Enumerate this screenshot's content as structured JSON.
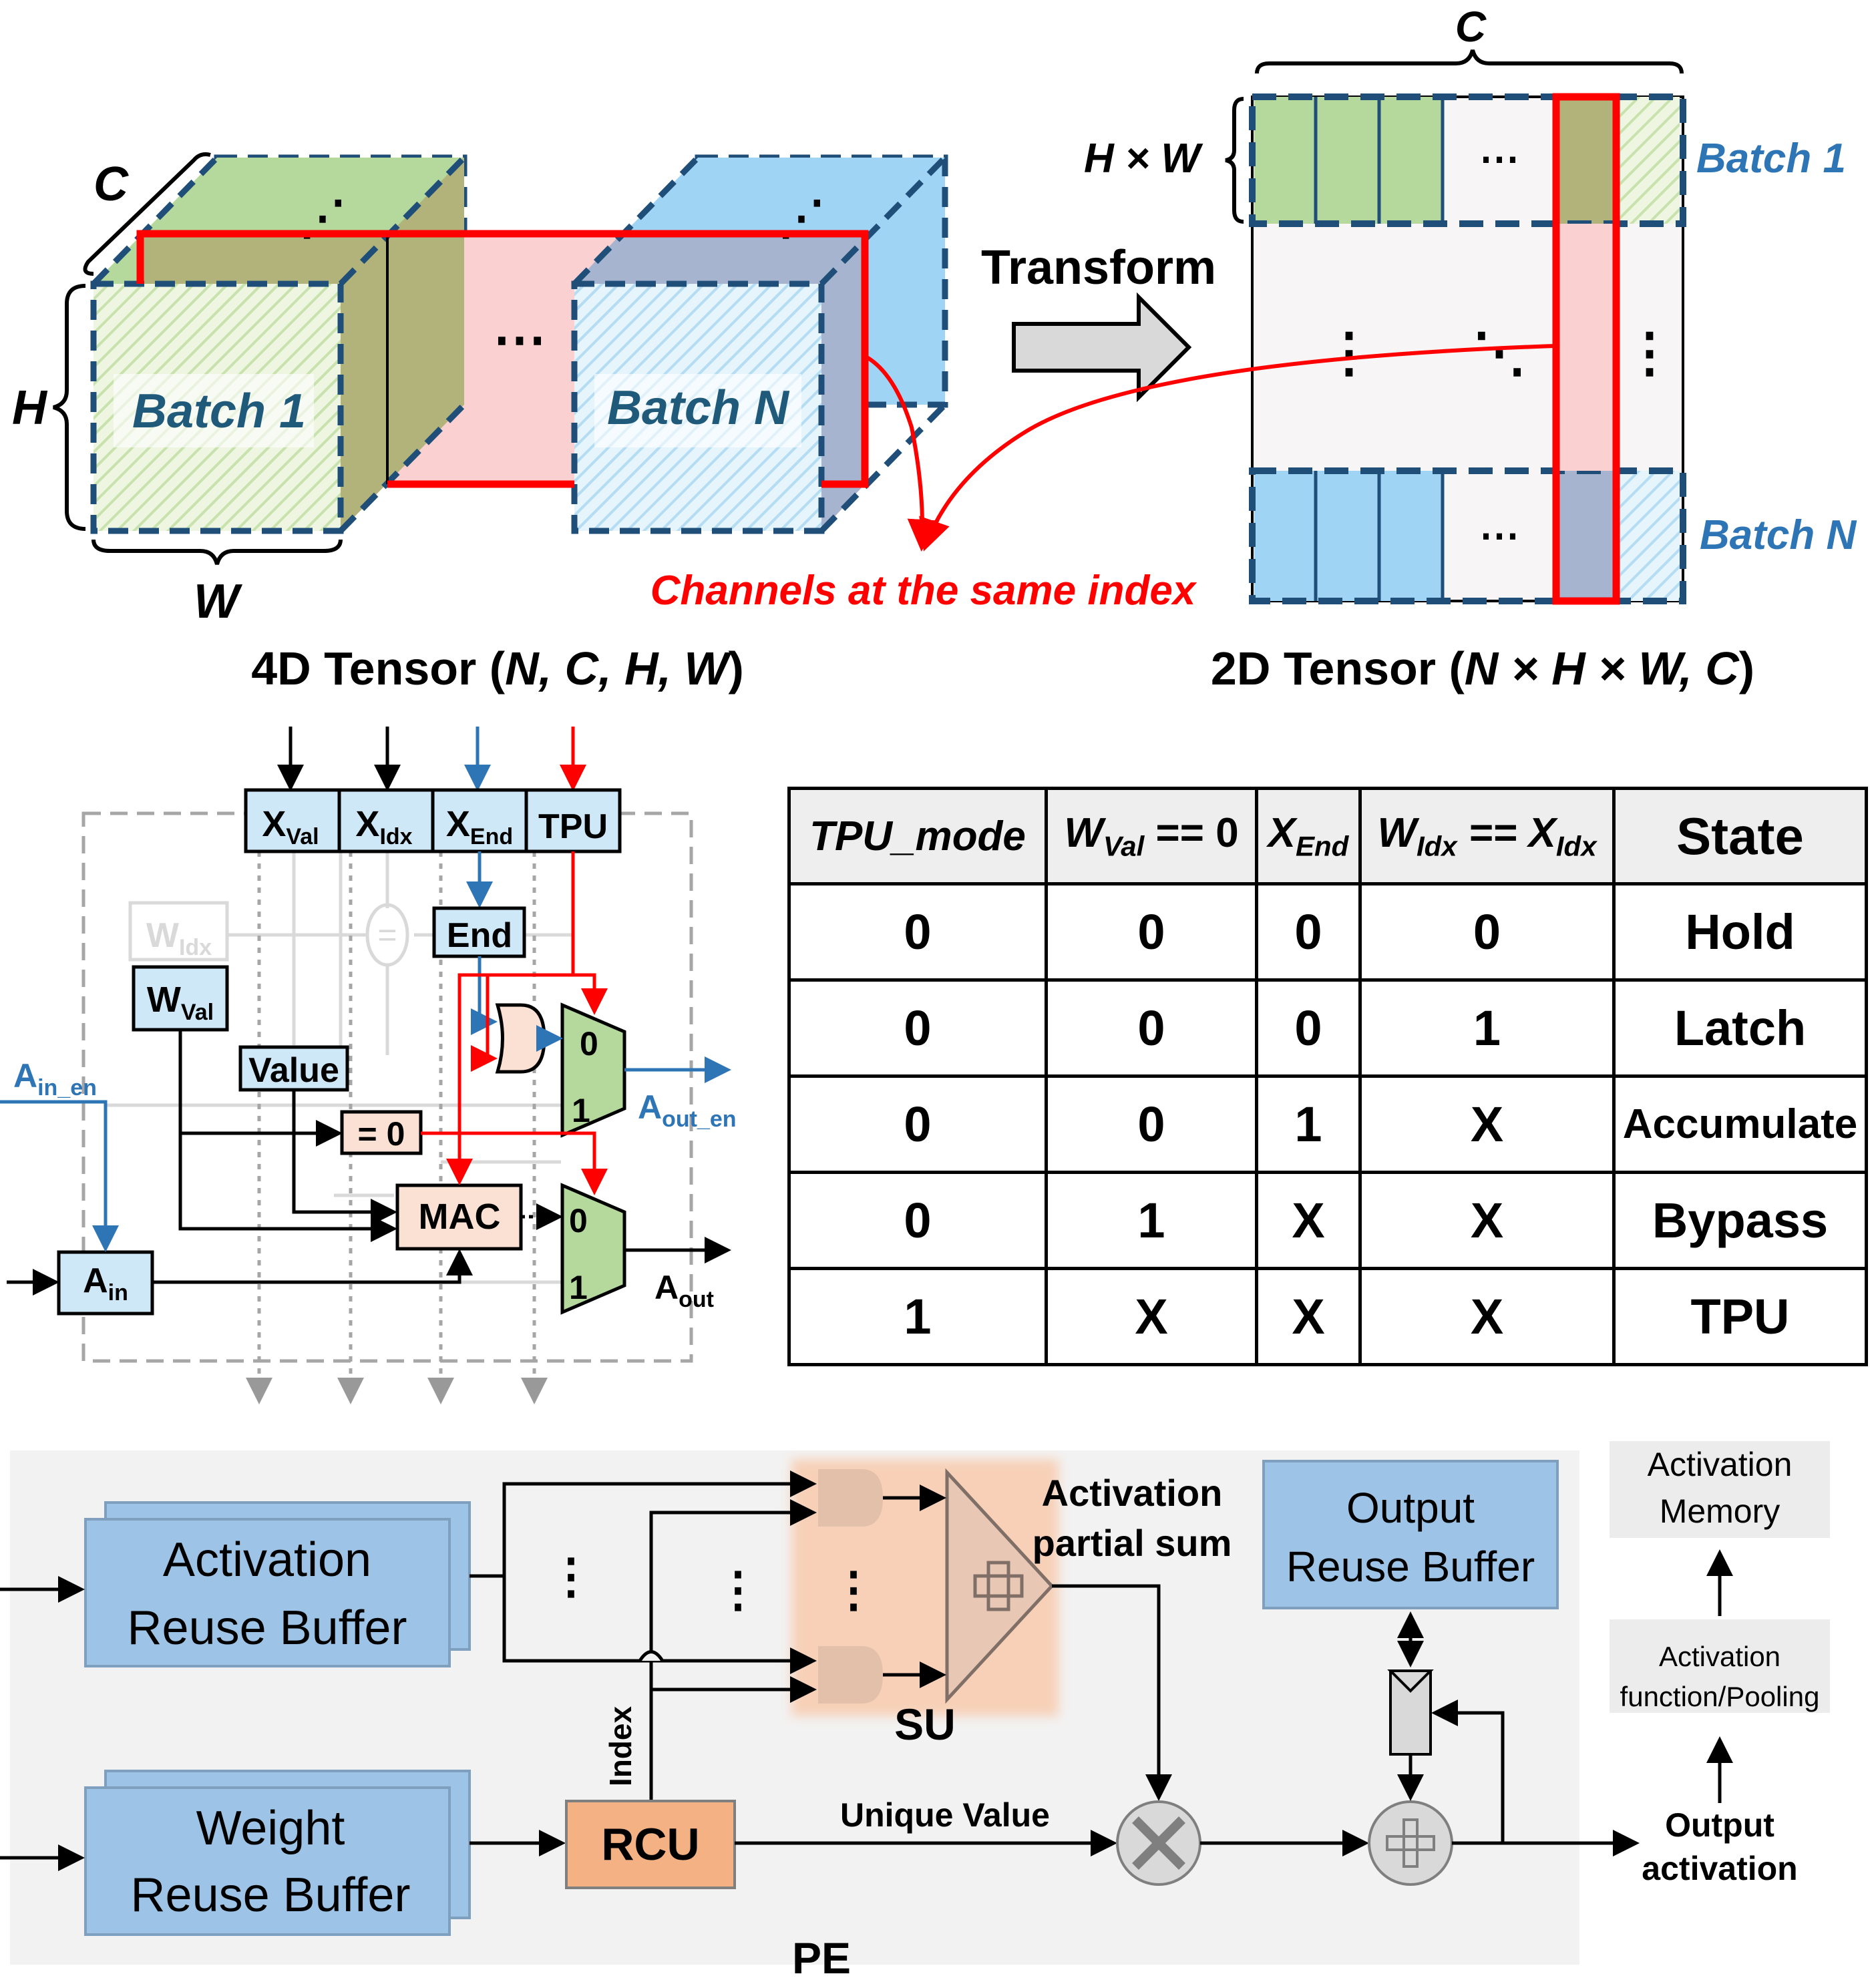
{
  "top_left": {
    "label_c": "C",
    "label_h": "H",
    "label_w": "W",
    "batch_1": "Batch 1",
    "batch_n": "Batch N",
    "ellipsis": "⋯",
    "caption_prefix": "4D Tensor (",
    "caption_vars": "N, C, H, W",
    "caption_suffix": ")"
  },
  "transform_label": "Transform",
  "channels_label": "Channels at the same index",
  "top_right": {
    "label_c": "C",
    "label_hw": "H × W",
    "batch_1": "Batch 1",
    "batch_n": "Batch N",
    "caption_prefix": "2D Tensor (",
    "caption_vars": "N × H × W, C",
    "caption_suffix": ")"
  },
  "circuit": {
    "x_val": "X",
    "x_val_sub": "Val",
    "x_idx": "X",
    "x_idx_sub": "Idx",
    "x_end": "X",
    "x_end_sub": "End",
    "tpu": "TPU",
    "w_idx": "W",
    "w_idx_sub": "Idx",
    "end": "End",
    "w_val": "W",
    "w_val_sub": "Val",
    "value": "Value",
    "eq_zero": "= 0",
    "mac": "MAC",
    "a_in": "A",
    "a_in_sub": "in",
    "a_in_en": "A",
    "a_in_en_sub": "in_en",
    "a_out_en": "A",
    "a_out_en_sub": "out_en",
    "a_out": "A",
    "a_out_sub": "out",
    "mux0": "0",
    "mux1": "1",
    "eq_sym": "="
  },
  "state_table": {
    "headers": [
      {
        "main": "TPU_mode",
        "sub": "",
        "tail": ""
      },
      {
        "main": "W",
        "sub": "Val",
        "tail": " == 0"
      },
      {
        "main": "X",
        "sub": "End",
        "tail": ""
      },
      {
        "main": "W",
        "sub": "Idx",
        "tail": " == X",
        "sub2": "Idx"
      },
      {
        "main": "State",
        "sub": "",
        "tail": ""
      }
    ],
    "rows": [
      [
        "0",
        "0",
        "0",
        "0",
        "Hold"
      ],
      [
        "0",
        "0",
        "0",
        "1",
        "Latch"
      ],
      [
        "0",
        "0",
        "1",
        "X",
        "Accumulate"
      ],
      [
        "0",
        "1",
        "X",
        "X",
        "Bypass"
      ],
      [
        "1",
        "X",
        "X",
        "X",
        "TPU"
      ]
    ]
  },
  "pe": {
    "act_buffer_1": "Activation",
    "act_buffer_2": "Reuse Buffer",
    "weight_buffer_1": "Weight",
    "weight_buffer_2": "Reuse Buffer",
    "rcu": "RCU",
    "index": "Index",
    "unique_value": "Unique Value",
    "su": "SU",
    "act_partial_1": "Activation",
    "act_partial_2": "partial sum",
    "output_buffer_1": "Output",
    "output_buffer_2": "Reuse Buffer",
    "act_memory_1": "Activation",
    "act_memory_2": "Memory",
    "act_func_1": "Activation",
    "act_func_2": "function/Pooling",
    "output_act_1": "Output",
    "output_act_2": "activation",
    "pe_label": "PE",
    "vdots": "⋮",
    "colors": {
      "buffer": "#9dc3e6",
      "rcu": "#f4b183",
      "su": "#f8cbad",
      "background": "#f2f2f2"
    }
  },
  "colors": {
    "green": "#b5d99c",
    "blue": "#9fd4f5",
    "red": "#ff0000",
    "dark_blue": "#1f4e79",
    "label_blue": "#2e75b6",
    "pink": "#fbd0d0",
    "olive": "#b2b27b",
    "gray_blue": "#a6b4cf"
  }
}
